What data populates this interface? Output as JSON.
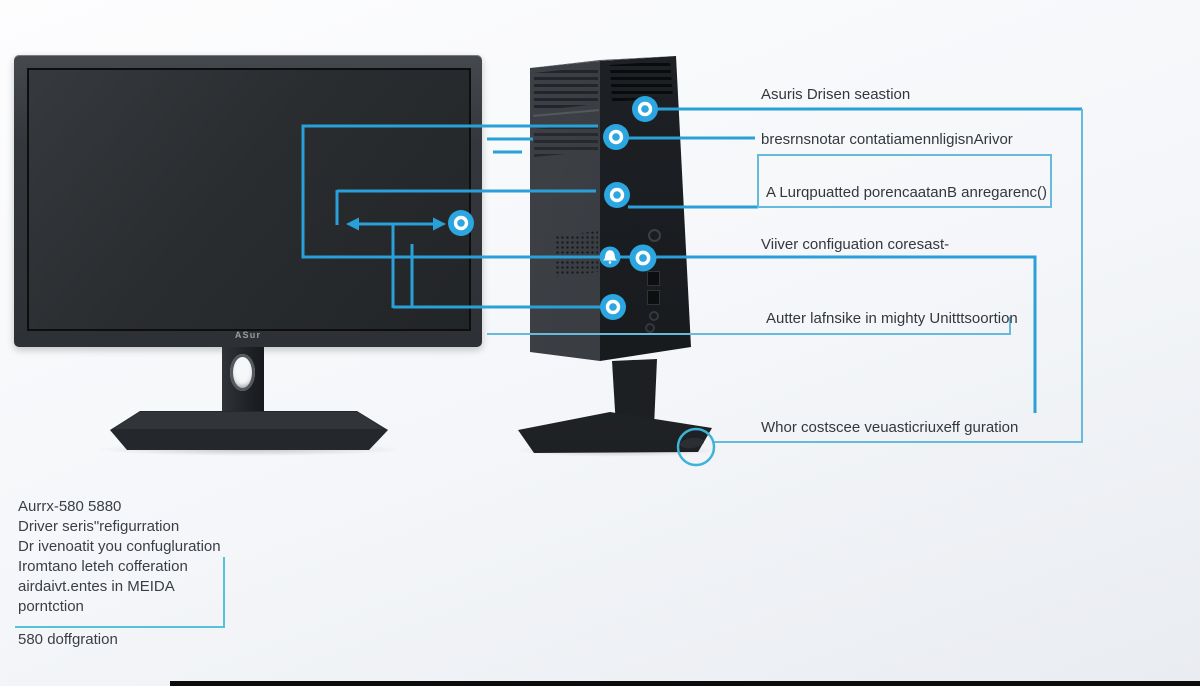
{
  "colors": {
    "accent_blue": "#2aa0d8",
    "marker_blue": "#2ba6e0",
    "box_blue": "#66bbdd",
    "bracket_cyan": "#55c2d8",
    "text_dark": "#33383d"
  },
  "monitor": {
    "brand_logo": "ASur"
  },
  "callouts": [
    {
      "label": "Asuris Drisen seastion"
    },
    {
      "label": "bresrnsnotar contatiamennligisnArivor"
    },
    {
      "label": "A Lurqpuatted porencaatanB anregarenc()"
    },
    {
      "label": "Viiver configuation coresast-"
    },
    {
      "label": "Autter lafnsike in mighty Unitttsoortion"
    },
    {
      "label": "Whor costscee veuasticriuxeff guration"
    }
  ],
  "footnote": {
    "lines": [
      "Aurrx-580 5880",
      "Driver seris\"refigurration",
      "Dr ivenoatit you confugluration",
      "Iromtano leteh cofferation",
      "airdaivt.entes in MEIDA",
      "porntction"
    ],
    "caption": "580 doffgration"
  }
}
